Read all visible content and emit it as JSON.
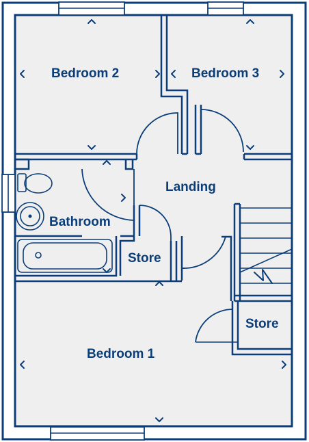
{
  "rooms": {
    "bedroom_2": "Bedroom 2",
    "bedroom_3": "Bedroom 3",
    "landing": "Landing",
    "bathroom": "Bathroom",
    "store_1": "Store",
    "store_2": "Store",
    "bedroom_1": "Bedroom 1"
  },
  "colors": {
    "wall": "#0b3d78",
    "floor": "#efefef",
    "background": "#ffffff"
  }
}
